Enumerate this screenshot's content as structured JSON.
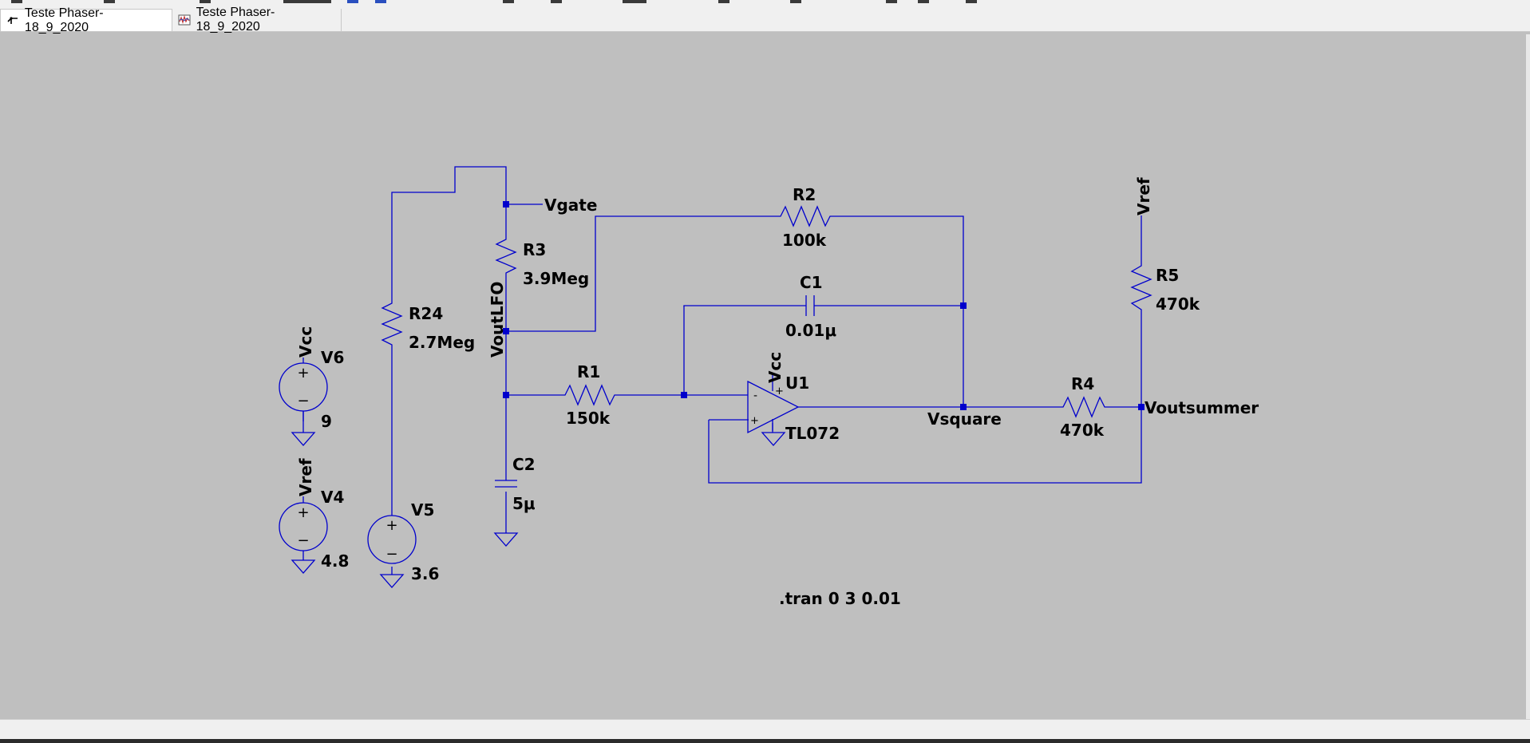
{
  "tabs": [
    {
      "label": "Teste Phaser-18_9_2020",
      "kind": "schematic",
      "icon": "schematic-icon",
      "active": true
    },
    {
      "label": "Teste Phaser-18_9_2020",
      "kind": "waveform",
      "icon": "waveform-icon",
      "active": false
    }
  ],
  "colors": {
    "wire": "#0000cc",
    "canvas": "#bfbfbf"
  },
  "schematic": {
    "nets": {
      "vgate": "Vgate",
      "voutlfo": "VoutLFO",
      "vsquare": "Vsquare",
      "voutsummer": "Voutsummer",
      "vref_r5": "Vref",
      "vcc_v6": "Vcc",
      "vref_v4": "Vref",
      "vcc_u1": "Vcc"
    },
    "components": {
      "r2": {
        "ref": "R2",
        "value": "100k"
      },
      "r3": {
        "ref": "R3",
        "value": "3.9Meg"
      },
      "r24": {
        "ref": "R24",
        "value": "2.7Meg"
      },
      "r1": {
        "ref": "R1",
        "value": "150k"
      },
      "c1": {
        "ref": "C1",
        "value": "0.01μ"
      },
      "c2": {
        "ref": "C2",
        "value": "5μ"
      },
      "u1": {
        "ref": "U1",
        "value": "TL072"
      },
      "r4": {
        "ref": "R4",
        "value": "470k"
      },
      "r5": {
        "ref": "R5",
        "value": "470k"
      },
      "v6": {
        "ref": "V6",
        "value": "9"
      },
      "v4": {
        "ref": "V4",
        "value": "4.8"
      },
      "v5": {
        "ref": "V5",
        "value": "3.6"
      }
    },
    "directive": ".tran 0 3 0.01",
    "opamp_pins": {
      "minus": "-",
      "plus": "+",
      "vcc": "+"
    },
    "source_signs": {
      "plus": "+",
      "minus": "−"
    }
  }
}
